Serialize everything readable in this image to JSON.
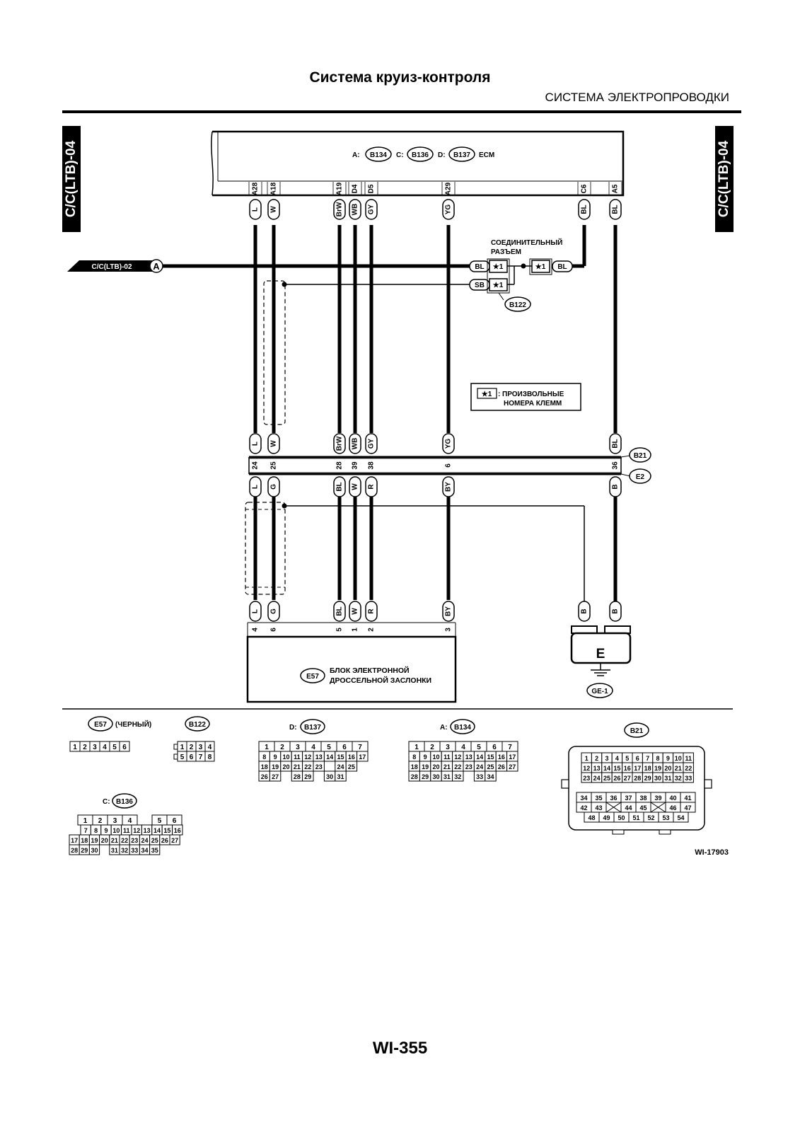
{
  "header": {
    "title": "Система круиз-контроля",
    "subtitle": "СИСТЕМА ЭЛЕКТРОПРОВОДКИ"
  },
  "side_tabs": {
    "left": "C/C(LTB)-04",
    "right": "C/C(LTB)-04"
  },
  "ecm": {
    "label": "ECM",
    "prefixes": [
      "A:",
      "C:",
      "D:"
    ],
    "connectors": [
      "B134",
      "B136",
      "B137"
    ],
    "terminals": [
      "A28",
      "A18",
      "A19",
      "D4",
      "D5",
      "A29",
      "C6",
      "A5"
    ],
    "wire_colors": [
      "L",
      "W",
      "BrW",
      "WB",
      "GY",
      "YG",
      "BL",
      "BL"
    ]
  },
  "offpage": {
    "label": "C/C(LTB)-02",
    "marker": "A"
  },
  "joint_connector": {
    "title_line1": "СОЕДИНИТЕЛЬНЫЙ",
    "title_line2": "РАЗЪЕМ",
    "id": "B122",
    "star": "★1",
    "wire_bl": "BL",
    "wire_sb": "SB"
  },
  "legend": {
    "star": "★1",
    "sep": ":",
    "line1": "ПРОИЗВОЛЬНЫЕ",
    "line2": "НОМЕРА КЛЕММ"
  },
  "connector_b21_e2": {
    "upper_id": "B21",
    "lower_id": "E2",
    "upper_colors": [
      "L",
      "W",
      "BrW",
      "WB",
      "GY",
      "YG",
      "BL"
    ],
    "pins": [
      "24",
      "25",
      "28",
      "39",
      "38",
      "6",
      "36"
    ],
    "lower_colors": [
      "L",
      "G",
      "BL",
      "W",
      "R",
      "BY",
      "B"
    ]
  },
  "throttle": {
    "id": "E57",
    "label_line1": "БЛОК ЭЛЕКТРОННОЙ",
    "label_line2": "ДРОССЕЛЬНОЙ ЗАСЛОНКИ",
    "colors": [
      "L",
      "G",
      "BL",
      "W",
      "R",
      "BY"
    ],
    "pins": [
      "4",
      "6",
      "5",
      "1",
      "2",
      "3"
    ]
  },
  "ground": {
    "wire_colors": [
      "B",
      "B"
    ],
    "letter": "E",
    "id": "GE-1"
  },
  "pinouts": {
    "e57": {
      "id": "E57",
      "note": "(ЧЕРНЫЙ)",
      "pins": [
        "1",
        "2",
        "3",
        "4",
        "5",
        "6"
      ]
    },
    "b122": {
      "id": "B122",
      "rows": [
        [
          "1",
          "2",
          "3",
          "4"
        ],
        [
          "5",
          "6",
          "7",
          "8"
        ]
      ]
    },
    "b137": {
      "prefix": "D:",
      "id": "B137",
      "rows": [
        [
          "1",
          "2",
          "3",
          "4",
          "5",
          "6",
          "7"
        ],
        [
          "8",
          "9",
          "10",
          "11",
          "12",
          "13",
          "14",
          "15",
          "16",
          "17"
        ],
        [
          "18",
          "19",
          "20",
          "21",
          "22",
          "23",
          "",
          "24",
          "25"
        ],
        [
          "26",
          "27",
          "",
          "28",
          "29",
          "",
          "30",
          "31"
        ]
      ]
    },
    "b134": {
      "prefix": "A:",
      "id": "B134",
      "rows": [
        [
          "1",
          "2",
          "3",
          "4",
          "5",
          "6",
          "7"
        ],
        [
          "8",
          "9",
          "10",
          "11",
          "12",
          "13",
          "14",
          "15",
          "16",
          "17"
        ],
        [
          "18",
          "19",
          "20",
          "21",
          "22",
          "23",
          "24",
          "25",
          "26",
          "27"
        ],
        [
          "28",
          "29",
          "30",
          "31",
          "32",
          "",
          "33",
          "34"
        ]
      ]
    },
    "b136": {
      "prefix": "C:",
      "id": "B136",
      "rows": [
        [
          "1",
          "2",
          "3",
          "4",
          "",
          "5",
          "6"
        ],
        [
          "7",
          "8",
          "9",
          "10",
          "11",
          "12",
          "13",
          "14",
          "15",
          "16"
        ],
        [
          "17",
          "18",
          "19",
          "20",
          "21",
          "22",
          "23",
          "24",
          "25",
          "26",
          "27"
        ],
        [
          "28",
          "29",
          "30",
          "",
          "31",
          "32",
          "33",
          "34",
          "35"
        ]
      ]
    },
    "b21": {
      "id": "B21",
      "rows": [
        [
          "1",
          "2",
          "3",
          "4",
          "5",
          "6",
          "7",
          "8",
          "9",
          "10",
          "11"
        ],
        [
          "12",
          "13",
          "14",
          "15",
          "16",
          "17",
          "18",
          "19",
          "20",
          "21",
          "22"
        ],
        [
          "23",
          "24",
          "25",
          "26",
          "27",
          "28",
          "29",
          "30",
          "31",
          "32",
          "33"
        ],
        [
          "34",
          "35",
          "36",
          "37",
          "38",
          "39",
          "40",
          "41"
        ],
        [
          "42",
          "43",
          "",
          "44",
          "45",
          "",
          "46",
          "47"
        ],
        [
          "48",
          "49",
          "50",
          "51",
          "52",
          "53",
          "54"
        ]
      ]
    }
  },
  "figure_id": "WI-17903",
  "page_number": "WI-355"
}
